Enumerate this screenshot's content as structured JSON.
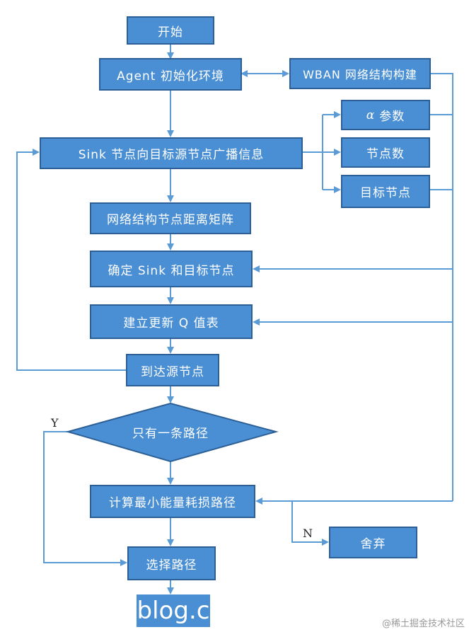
{
  "nodes": {
    "start": "开始",
    "init_env": "Agent 初始化环境",
    "wban_build": "WBAN 网络结构构建",
    "alpha_symbol": "α",
    "alpha_param": "参数",
    "node_count": "节点数",
    "target_node": "目标节点",
    "broadcast": "Sink 节点向目标源节点广播信息",
    "distance_matrix": "网络结构节点距离矩阵",
    "determine_sink": "确定 Sink 和目标节点",
    "update_q": "建立更新 Q 值表",
    "reach_source": "到达源节点",
    "one_path": "只有一条路径",
    "calc_min_path": "计算最小能量耗损路径",
    "discard": "舍弃",
    "select_path": "选择路径",
    "end_logo": "blog.c"
  },
  "labels": {
    "yes": "Y",
    "no": "N"
  },
  "watermark": "@稀土掘金技术社区",
  "colors": {
    "box_fill": "#4a8fd4",
    "box_border": "#2c5f96",
    "line": "#5b9bd5"
  }
}
